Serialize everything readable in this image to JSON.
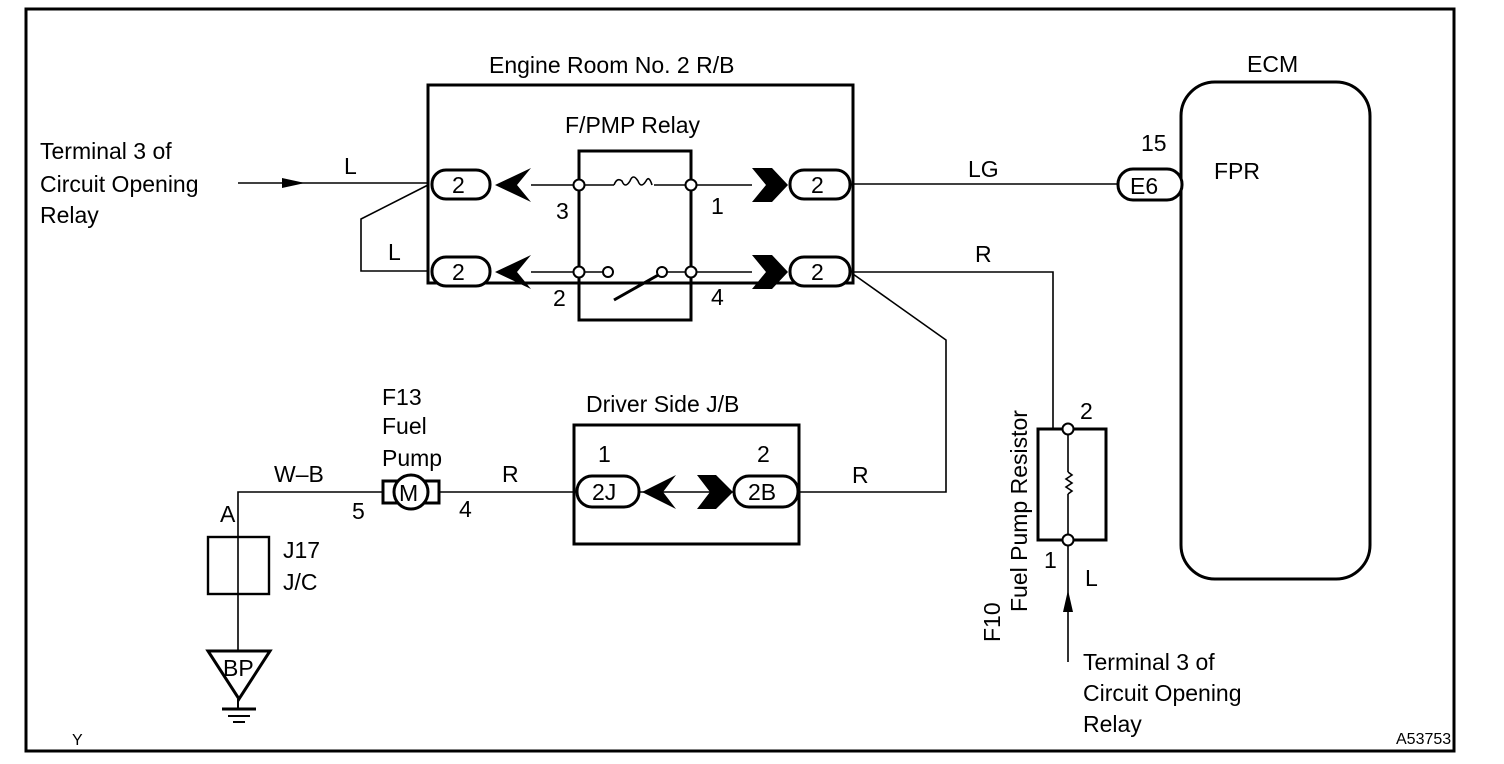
{
  "diagram": {
    "figure_id": "A53753",
    "corner_mark": "Y",
    "colors": {
      "ink": "#000000",
      "background": "#ffffff"
    },
    "engine_room_rb": {
      "title": "Engine Room No. 2 R/B",
      "relay_title": "F/PMP Relay",
      "relay_pins": {
        "p3": "3",
        "p1": "1",
        "p2": "2",
        "p4": "4"
      },
      "connectors": {
        "in_top": "2",
        "in_bottom": "2",
        "out_top": "2",
        "out_bottom": "2"
      }
    },
    "source_left": {
      "line1": "Terminal 3 of",
      "line2": "Circuit Opening",
      "line3": "Relay"
    },
    "source_right": {
      "line1": "Terminal 3 of",
      "line2": "Circuit Opening",
      "line3": "Relay"
    },
    "wires": {
      "left_in": "L",
      "left_loop": "L",
      "to_ecm": "LG",
      "relay_out_r": "R",
      "jb_to_relay": "R",
      "pump_to_jb": "R",
      "ground_wb": "W–B",
      "resistor_in": "L"
    },
    "ecm": {
      "title": "ECM",
      "pin_number": "15",
      "connector": "E6",
      "signal": "FPR"
    },
    "fuel_pump": {
      "code": "F13",
      "name_line1": "Fuel",
      "name_line2": "Pump",
      "motor_symbol": "M",
      "pin_left": "5",
      "pin_right": "4"
    },
    "driver_side_jb": {
      "title": "Driver Side J/B",
      "pin_left": "1",
      "pin_right": "2",
      "connector_left": "2J",
      "connector_right": "2B"
    },
    "junction_connector": {
      "point": "A",
      "code": "J17",
      "type": "J/C"
    },
    "ground": {
      "code": "BP"
    },
    "fuel_pump_resistor": {
      "code": "F10",
      "name": "Fuel Pump Resistor",
      "pin_top": "2",
      "pin_bottom": "1"
    }
  }
}
